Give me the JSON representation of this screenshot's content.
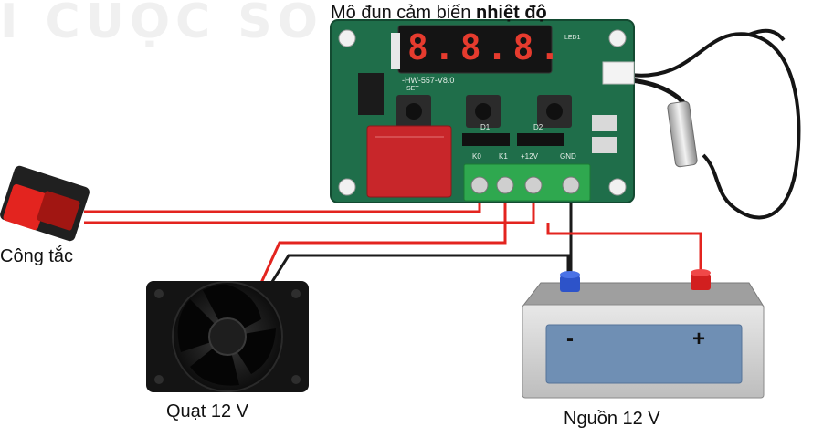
{
  "watermark": "I CUỘC SỐ",
  "labels": {
    "module": "Mô đun cảm biến",
    "module_bold": "nhiệt độ",
    "switch": "Công tắc",
    "fan": "Quạt 12 V",
    "power": "Nguồn 12 V"
  },
  "board": {
    "display": "8.8.8.",
    "model": "-HW-557-V8.0",
    "terminals": [
      "K0",
      "K1",
      "+12V",
      "GND"
    ],
    "diodes": [
      "D1",
      "D2"
    ],
    "set_label": "SET",
    "led_label": "LED1"
  },
  "battery": {
    "minus": "-",
    "plus": "+"
  },
  "colors": {
    "wire_red": "#e3241f",
    "wire_black": "#1a1a1a",
    "pcb": "#1f6e4a",
    "terminal": "#2fa84f",
    "battery_face": "#6f8fb4"
  }
}
